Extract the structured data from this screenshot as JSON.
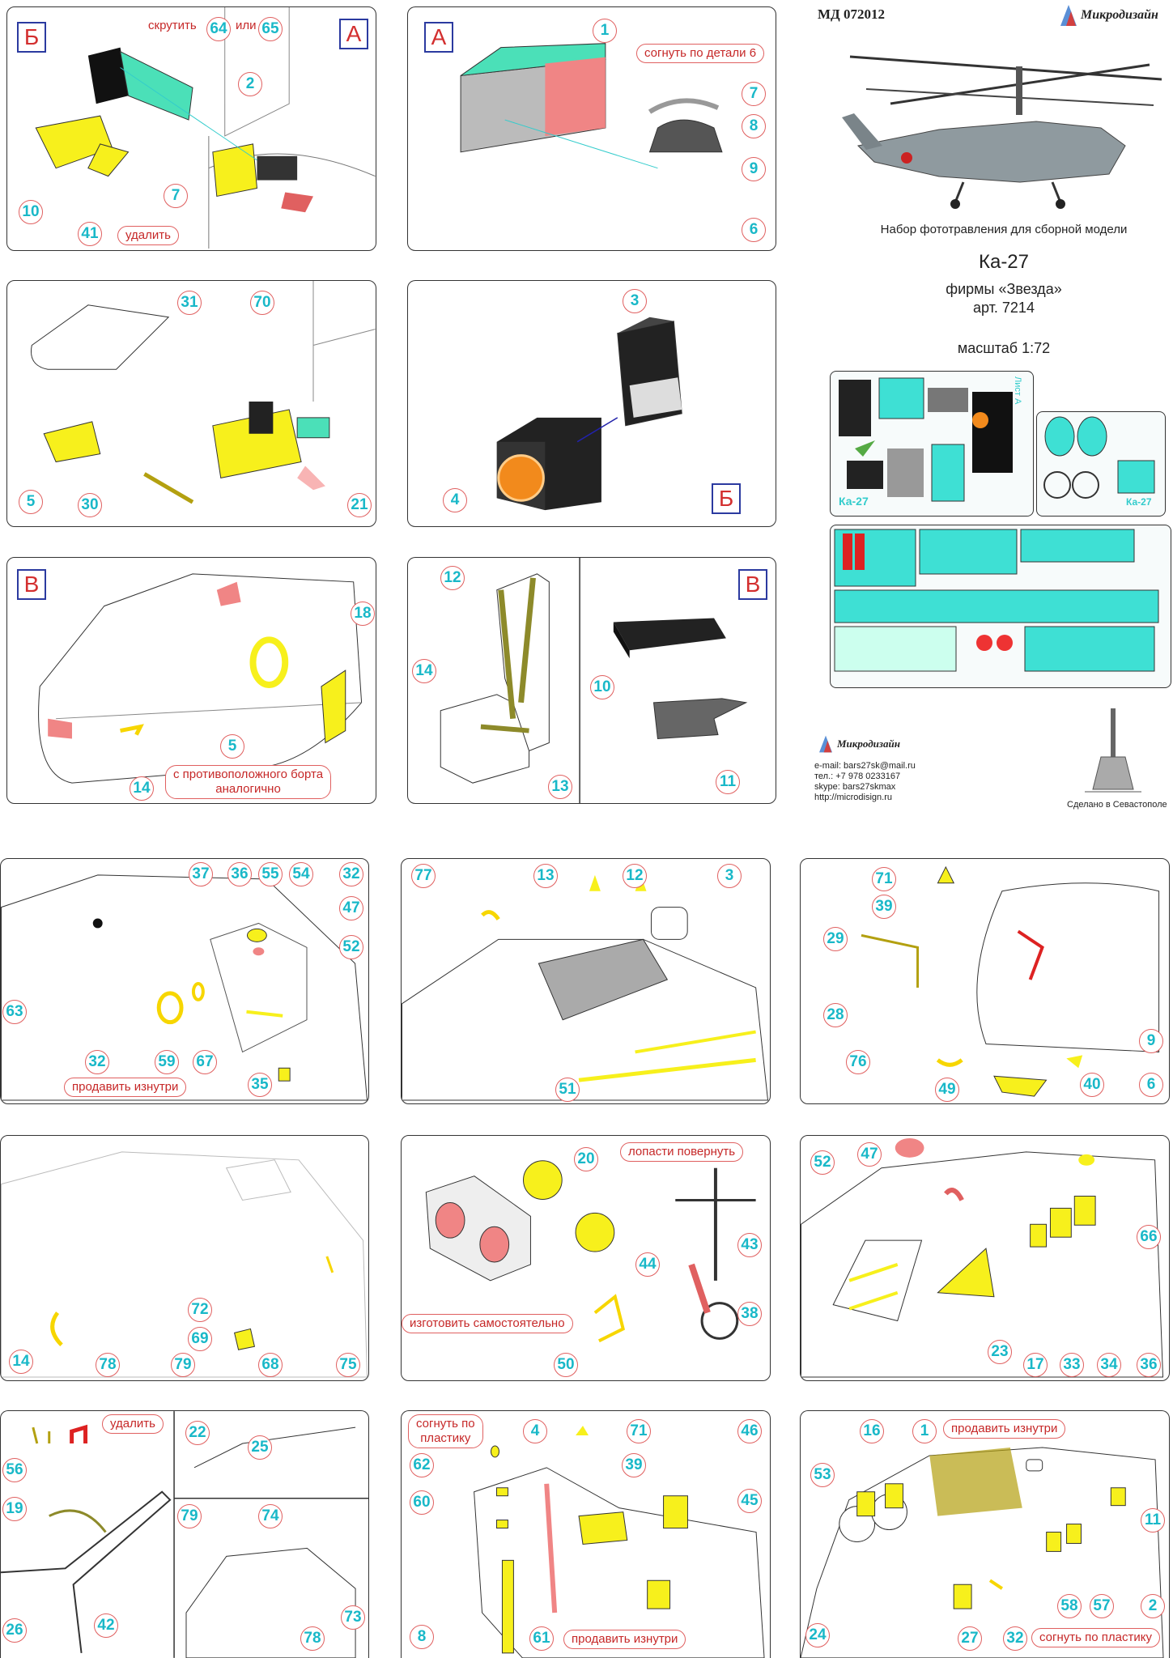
{
  "header": {
    "code": "МД 072012",
    "brand": "Микродизайн",
    "subtitle": "Набор фототравления для сборной модели",
    "model": "Ка-27",
    "maker": "фирмы «Звезда»",
    "article": "арт. 7214",
    "scale": "масштаб 1:72",
    "made_in": "Сделано в Севастополе"
  },
  "contacts": {
    "brand": "Микродизайн",
    "email": "e-mail: bars27sk@mail.ru",
    "phone": "тел.: +7 978 0233167",
    "skype": "skype: bars27skmax",
    "site": "http://microdisign.ru"
  },
  "fret_labels": {
    "sheet_a": "Лист А",
    "ka": "Ка-27",
    "ka2": "Ка-27"
  },
  "letters": {
    "b": "Б",
    "a": "А",
    "v": "В"
  },
  "notes": {
    "unscrew_prefix": "скрутить",
    "or": "или",
    "remove": "удалить",
    "bend_to_6": "согнуть по детали 6",
    "mirror_1": "с противоположного борта",
    "mirror_2": "аналогично",
    "solder_inside": "продавить изнутри",
    "turn_blades": "лопасти повернуть",
    "make_yourself": "изготовить самостоятельно",
    "bend_to_plate_1": "согнуть по",
    "bend_to_plate_2": "пластику",
    "bend_to_plastic": "согнуть по пластику"
  },
  "parts": {
    "p1": {
      "a": "64",
      "b": "65",
      "c": "2",
      "d": "10",
      "e": "41",
      "f": "7"
    },
    "p2": {
      "a": "1",
      "b": "7",
      "c": "8",
      "d": "9",
      "e": "6"
    },
    "p3": {
      "a": "31",
      "b": "70",
      "c": "5",
      "d": "30",
      "e": "21"
    },
    "p4": {
      "a": "3",
      "b": "4"
    },
    "p5": {
      "a": "18",
      "b": "5",
      "c": "14"
    },
    "p6": {
      "a": "12",
      "b": "14",
      "c": "13",
      "d": "10",
      "e": "11"
    },
    "p7": {
      "a": "37",
      "b": "36",
      "c": "55",
      "d": "54",
      "e": "32",
      "f": "47",
      "g": "52",
      "h": "63",
      "i": "32",
      "j": "59",
      "k": "67",
      "l": "35"
    },
    "p8": {
      "a": "77",
      "b": "13",
      "c": "12",
      "d": "3",
      "e": "51"
    },
    "p9": {
      "a": "71",
      "b": "39",
      "c": "29",
      "d": "28",
      "e": "76",
      "f": "49",
      "g": "40",
      "h": "6",
      "i": "9"
    },
    "p10": {
      "a": "14",
      "b": "78",
      "c": "72",
      "d": "69",
      "e": "79",
      "f": "68",
      "g": "75"
    },
    "p11": {
      "a": "20",
      "b": "44",
      "c": "43",
      "d": "38",
      "e": "50"
    },
    "p12": {
      "a": "47",
      "b": "52",
      "c": "66",
      "d": "23",
      "e": "17",
      "f": "33",
      "g": "34",
      "h": "36"
    },
    "p13": {
      "a": "56",
      "b": "19",
      "c": "26",
      "d": "42",
      "e": "22",
      "f": "25",
      "g": "79",
      "h": "74",
      "i": "73",
      "j": "78"
    },
    "p14": {
      "a": "4",
      "b": "71",
      "c": "46",
      "d": "62",
      "e": "39",
      "f": "60",
      "g": "45",
      "h": "8",
      "i": "61"
    },
    "p15": {
      "a": "16",
      "b": "1",
      "c": "53",
      "d": "11",
      "e": "24",
      "f": "27",
      "g": "32",
      "h": "58",
      "i": "57",
      "j": "2"
    }
  }
}
